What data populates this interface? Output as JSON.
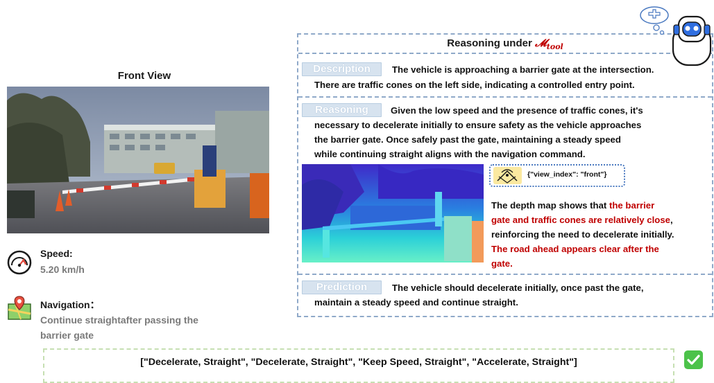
{
  "front": {
    "title": "Front View"
  },
  "speed": {
    "label": "Speed:",
    "value": "5.20 km/h"
  },
  "navigation": {
    "label": "Navigation：",
    "value_line1": "Continue straightafter passing the",
    "value_line2": "barrier gate"
  },
  "reasoning": {
    "title_prefix": "Reasoning under",
    "model_symbol": "𝓜",
    "model_subscript": "tool",
    "description": {
      "tag": "Description",
      "line1": "The vehicle is approaching a barrier gate at the intersection.",
      "line2": "There are traffic cones on the left side, indicating a controlled entry point."
    },
    "reasoning": {
      "tag": "Reasoning",
      "line1": "Given the low speed and the presence of traffic cones, it's",
      "line2": "necessary to decelerate initially to ensure safety as the vehicle approaches",
      "line3": "the barrier gate. Once safely past the gate, maintaining a steady speed",
      "line4": "while continuing straight aligns with the navigation command."
    },
    "tool": {
      "call": "{\"view_index\": \"front\"}",
      "depth_line1_a": "The depth map shows that ",
      "depth_line1_b": "the barrier",
      "depth_line2_a": "gate and traffic cones are relatively close",
      "depth_line2_b": ",",
      "depth_line3": "reinforcing the need to decelerate initially.",
      "depth_line4": "The road ahead appears clear after the",
      "depth_line5": "gate."
    },
    "prediction": {
      "tag": "Prediction",
      "line1": "The vehicle should decelerate initially, once past the gate,",
      "line2": "maintain a steady speed and continue straight."
    }
  },
  "answer": {
    "text": "[\"Decelerate, Straight\", \"Decelerate, Straight\", \"Keep Speed, Straight\", \"Accelerate, Straight\"]"
  },
  "colors": {
    "dash_blue": "#8fa9c9",
    "red_highlight": "#c00000",
    "check_green": "#4cc24a"
  },
  "icons": [
    "robot-icon",
    "speedometer-icon",
    "map-pin-icon",
    "tool-icon",
    "checkmark-icon"
  ]
}
